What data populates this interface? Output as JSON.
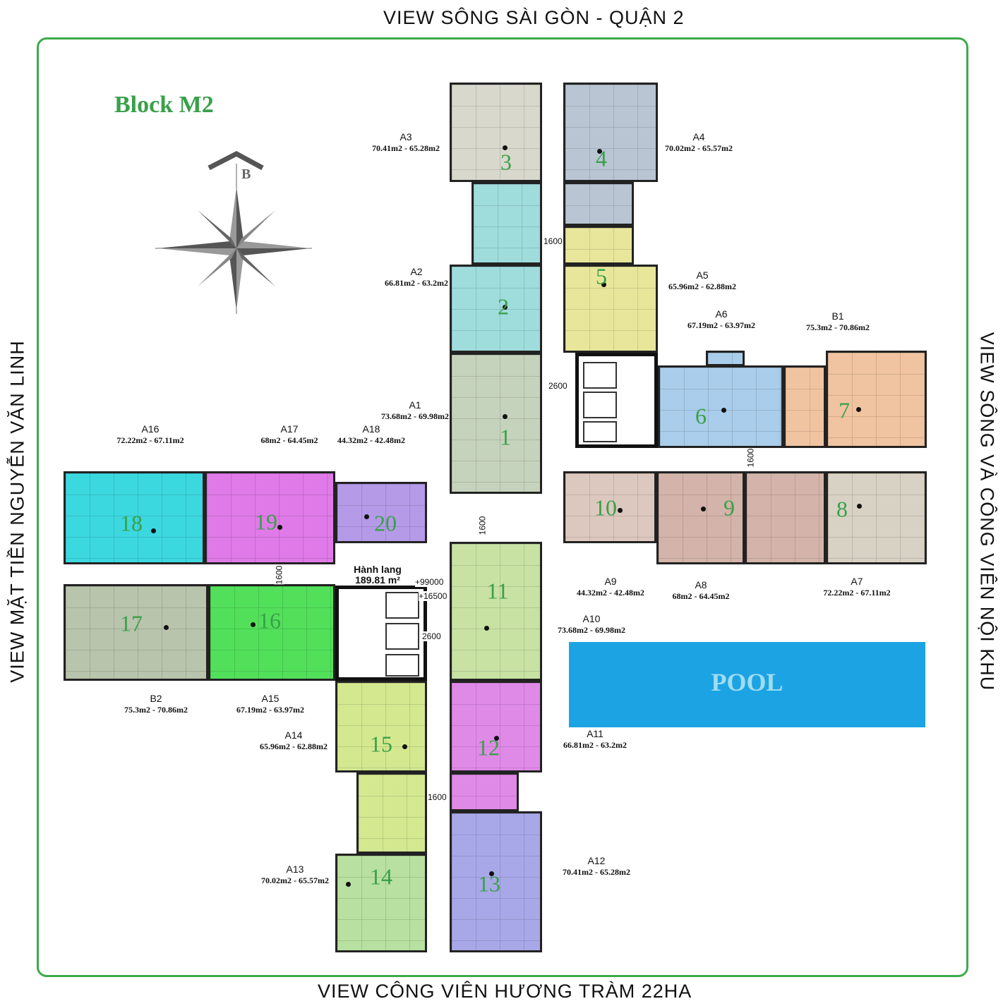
{
  "views": {
    "top": "VIEW SÔNG SÀI GÒN - QUẬN 2",
    "bottom": "VIEW CÔNG VIÊN HƯƠNG TRÀM 22HA",
    "left": "VIEW MẶT TIỀN NGUYỄN VĂN LINH",
    "right": "VIEW SÔNG VÀ CÔNG VIÊN NỘI KHU"
  },
  "title": "Block M2",
  "compass": {
    "label": "B"
  },
  "pool": {
    "label": "POOL",
    "color": "#1ca3e4"
  },
  "corridor": {
    "label": "Hành lang",
    "area": "189.81 m²",
    "level1": "+99000",
    "level2": "+16500"
  },
  "dimensions": [
    "1600",
    "2600",
    "1600",
    "1600",
    "1600",
    "2600",
    "1600"
  ],
  "units": [
    {
      "id": "u1",
      "number": "1",
      "code": "A1",
      "area": "73.68m2 - 69.98m2",
      "color": "#c6d3bc"
    },
    {
      "id": "u2",
      "number": "2",
      "code": "A2",
      "area": "66.81m2 - 63.2m2",
      "color": "#9fdcdc"
    },
    {
      "id": "u3",
      "number": "3",
      "code": "A3",
      "area": "70.41m2 - 65.28m2",
      "color": "#d8d9cc"
    },
    {
      "id": "u4",
      "number": "4",
      "code": "A4",
      "area": "70.02m2 - 65.57m2",
      "color": "#b9c5d2"
    },
    {
      "id": "u5",
      "number": "5",
      "code": "A5",
      "area": "65.96m2 - 62.88m2",
      "color": "#e8e69a"
    },
    {
      "id": "u6",
      "number": "6",
      "code": "A6",
      "area": "67.19m2 - 63.97m2",
      "color": "#a9cdea"
    },
    {
      "id": "u7",
      "number": "7",
      "code": "B1",
      "area": "75.3m2 - 70.86m2",
      "color": "#f0c4a0"
    },
    {
      "id": "u8",
      "number": "8",
      "code": "A7",
      "area": "72.22m2 - 67.11m2",
      "color": "#d8d2c4"
    },
    {
      "id": "u9",
      "number": "9",
      "code": "A8",
      "area": "68m2 - 64.45m2",
      "color": "#d4b4aa"
    },
    {
      "id": "u10",
      "number": "10",
      "code": "A9",
      "area": "44.32m2 - 42.48m2",
      "color": "#dcc8be"
    },
    {
      "id": "u11",
      "number": "11",
      "code": "A10",
      "area": "73.68m2 - 69.98m2",
      "color": "#c8e2a4"
    },
    {
      "id": "u12",
      "number": "12",
      "code": "A11",
      "area": "66.81m2 - 63.2m2",
      "color": "#e08ae8"
    },
    {
      "id": "u13",
      "number": "13",
      "code": "A12",
      "area": "70.41m2 - 65.28m2",
      "color": "#a8a8e8"
    },
    {
      "id": "u14",
      "number": "14",
      "code": "A13",
      "area": "70.02m2 - 65.57m2",
      "color": "#b8e0a0"
    },
    {
      "id": "u15",
      "number": "15",
      "code": "A14",
      "area": "65.96m2 - 62.88m2",
      "color": "#d4e890"
    },
    {
      "id": "u16",
      "number": "16",
      "code": "A15",
      "area": "67.19m2 - 63.97m2",
      "color": "#52e05a"
    },
    {
      "id": "u17",
      "number": "17",
      "code": "B2",
      "area": "75.3m2 - 70.86m2",
      "color": "#b8c4ac"
    },
    {
      "id": "u18",
      "number": "18",
      "code": "A16",
      "area": "72.22m2 - 67.11m2",
      "color": "#3cd8e0"
    },
    {
      "id": "u19",
      "number": "19",
      "code": "A17",
      "area": "68m2 - 64.45m2",
      "color": "#e07ae8"
    },
    {
      "id": "u20",
      "number": "20",
      "code": "A18",
      "area": "44.32m2 - 42.48m2",
      "color": "#b59ae8"
    }
  ]
}
